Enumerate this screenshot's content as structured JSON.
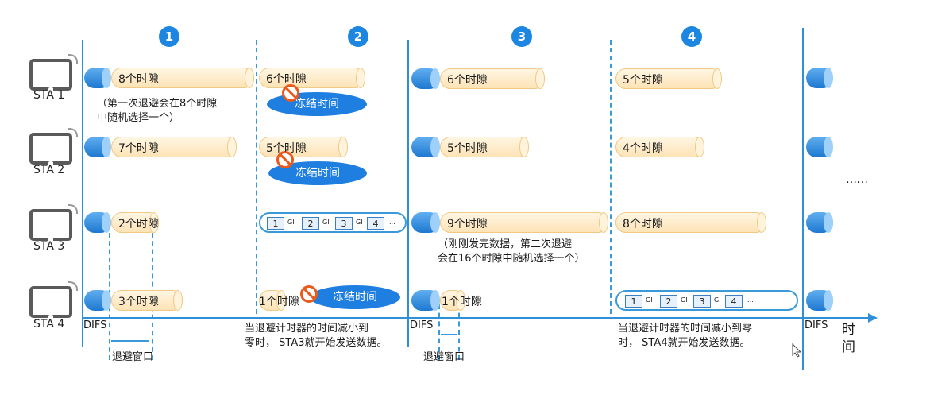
{
  "steps": [
    "1",
    "2",
    "3",
    "4"
  ],
  "stations": [
    "STA 1",
    "STA 2",
    "STA 3",
    "STA 4"
  ],
  "difs_label": "DIFS",
  "time_label": [
    "时",
    "间"
  ],
  "ellipsis": "……",
  "freeze_label": "冻结时间",
  "backoff_window_label": "退避窗口",
  "frame": {
    "slots": [
      "1",
      "2",
      "3",
      "4"
    ],
    "gi": "GI",
    "more": "..."
  },
  "slots": {
    "sta1": [
      "8个时隙",
      "6个时隙",
      "6个时隙",
      "5个时隙"
    ],
    "sta2": [
      "7个时隙",
      "5个时隙",
      "5个时隙",
      "4个时隙"
    ],
    "sta3": [
      "2个时隙",
      "9个时隙",
      "8个时隙"
    ],
    "sta4": [
      "3个时隙",
      "1个时隙",
      "1个时隙"
    ]
  },
  "notes": {
    "sta1": [
      "（第一次退避会在8个时隙",
      "中随机选择一个）"
    ],
    "sta3": [
      "（刚刚发完数据，第二次退避",
      "会在16个时隙中随机选择一个）"
    ],
    "bottom2": [
      "当退避计时器的时间减小到",
      "零时， STA3就开始发送数据。"
    ],
    "bottom4": [
      "当退避计时器的时间减小到零",
      "时， STA4就开始发送数据。"
    ]
  },
  "colors": {
    "accent": "#1d86e0",
    "slot_fill": "#fde3b6",
    "freeze": "#1e7fe0",
    "no_icon": "#e95a1b"
  }
}
